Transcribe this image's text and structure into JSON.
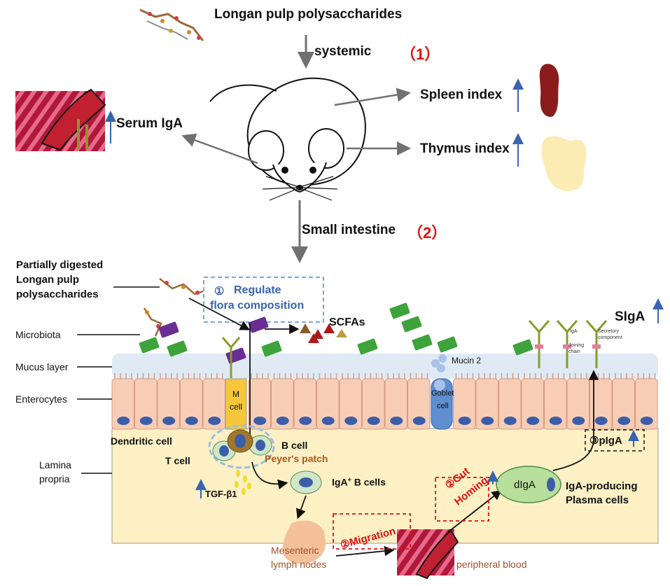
{
  "top": {
    "title": "Longan pulp polysaccharides",
    "systemic": "systemic",
    "marker1": "（1）",
    "spleen": "Spleen index",
    "thymus": "Thymus index",
    "serum": "Serum IgA",
    "small_intestine": "Small intestine",
    "marker2": "（2）"
  },
  "intestine": {
    "partially_line1": "Partially digested",
    "partially_line2": "Longan pulp",
    "partially_line3": "polysaccharides",
    "regulate_num": "①",
    "regulate_line1": "Regulate",
    "regulate_line2": "flora composition",
    "scfas": "SCFAs",
    "sIgA": "SIgA",
    "mucin": "Mucin 2",
    "goblet_line1": "Goblet",
    "goblet_line2": "cell",
    "m_line1": "M",
    "m_line2": "cell",
    "dendritic": "Dendritic cell",
    "bcell": "B cell",
    "tcell": "T cell",
    "peyer": "Peyer's patch",
    "tgf": "TGF-β1",
    "iga_b": "IgA",
    "iga_b_sup": "+",
    "iga_b_rest": " B cells",
    "digA": "dIgA",
    "plasma_line1": "IgA-producing",
    "plasma_line2": "Plasma cells",
    "pigA": "③pIgA",
    "gut_line1": "②Gut",
    "gut_line2": "Homing",
    "migration": "②Migration",
    "mesenteric_line1": "Mesenteric",
    "mesenteric_line2": "lymph nodes",
    "peripheral": "peripheral blood",
    "legend_iga": "IgA",
    "legend_joining1": "Joining",
    "legend_joining2": "chain",
    "legend_secretory1": "Secretory",
    "legend_secretory2": "component"
  },
  "layers": {
    "microbiota": "Microbiota",
    "mucus": "Mucus layer",
    "enterocytes": "Enterocytes",
    "lamina1": "Lamina",
    "lamina2": "propria"
  },
  "colors": {
    "red": "#e01010",
    "blue_arrow": "#3a63b0",
    "mucus": "#dfeaf5",
    "enterocyte": "#f8cdb5",
    "lamina": "#fcf0c4",
    "bacteria": "#3ea33a",
    "bacteria_purple": "#6a2d91"
  }
}
